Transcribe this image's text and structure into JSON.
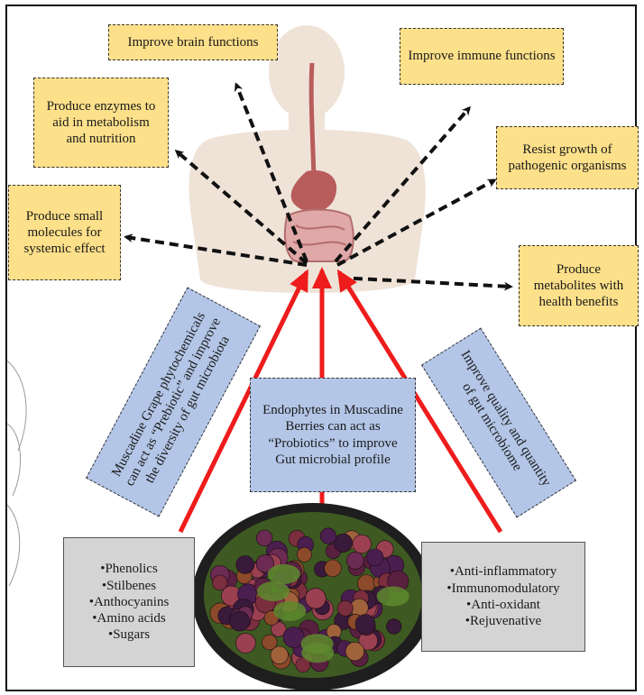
{
  "benefits": {
    "brain": "Improve brain functions",
    "enzymes": "Produce enzymes to aid in metabolism and nutrition",
    "small_molecules": "Produce small molecules for systemic effect",
    "immune": "Improve immune functions",
    "pathogens": "Resist growth of pathogenic organisms",
    "metabolites": "Produce metabolites with health benefits"
  },
  "mechanisms": {
    "prebiotic": "Muscadine Grape phytochemicals can act as “Prebiotic” and improve the diversity of gut microbiota",
    "probiotic": "Endophytes in Muscadine Berries can act as “Probiotics” to improve Gut microbial profile",
    "quality": "Improve quality and quantity of gut microbiome"
  },
  "compounds": [
    "•Phenolics",
    "•Stilbenes",
    "•Anthocyanins",
    "•Amino acids",
    "•Sugars"
  ],
  "properties": [
    "•Anti-inflammatory",
    "•Immunomodulatory",
    "•Anti-oxidant",
    "•Rejuvenative"
  ],
  "colors": {
    "benefit_box": "#fde08a",
    "mechanism_box": "#b4c6e7",
    "property_box": "#d4d4d4",
    "arrow_red": "#ee1c1c",
    "arrow_black": "#111111",
    "body_silhouette": "#efe3d8",
    "stomach": "#b85c5c"
  }
}
